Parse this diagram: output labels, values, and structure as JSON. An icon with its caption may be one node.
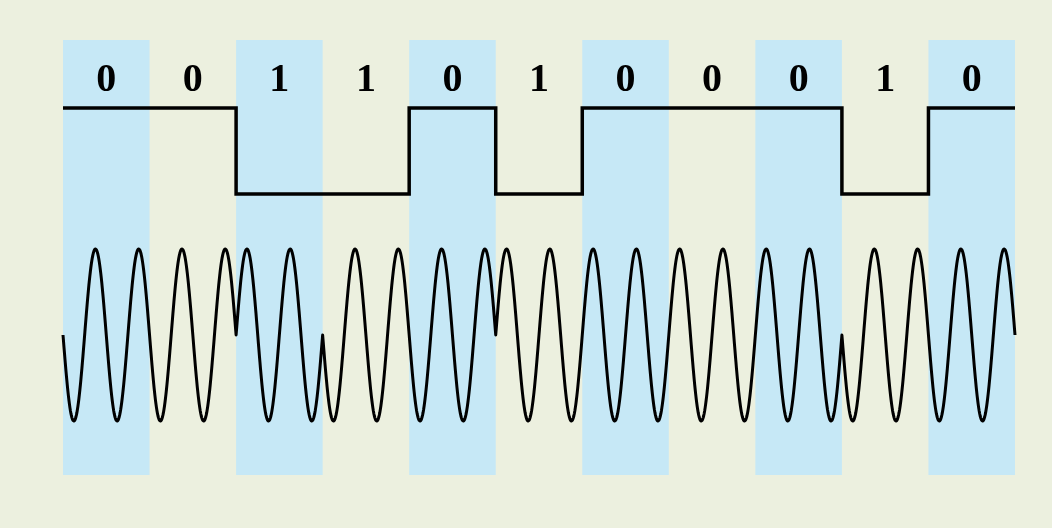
{
  "diagram": {
    "labels": [
      "0",
      "0",
      "1",
      "1",
      "0",
      "1",
      "0",
      "0",
      "0",
      "1",
      "0"
    ]
  }
}
